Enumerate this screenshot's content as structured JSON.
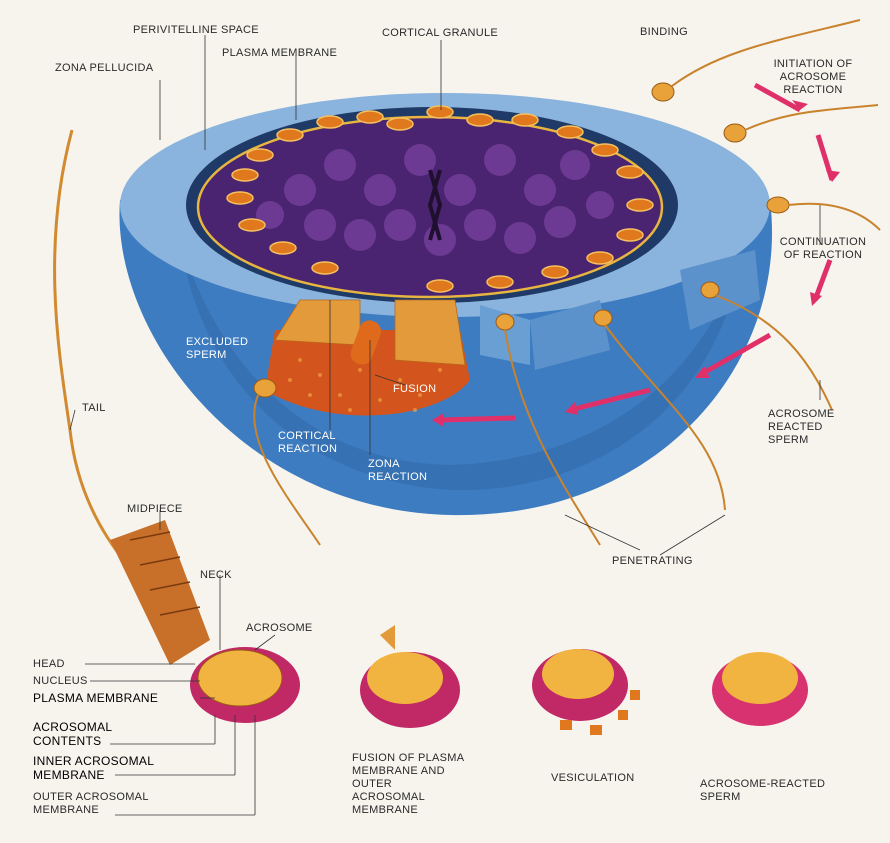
{
  "labels": {
    "perivitelline_space": "PERIVITELLINE SPACE",
    "plasma_membrane": "PLASMA MEMBRANE",
    "cortical_granule": "CORTICAL GRANULE",
    "binding": "BINDING",
    "zona_pellucida": "ZONA PELLUCIDA",
    "initiation": "INITIATION  OF\nACROSOME\nREACTION",
    "continuation": "CONTINUATION\nOF REACTION",
    "excluded_sperm": "EXCLUDED\nSPERM",
    "fusion": "FUSION",
    "tail": "TAIL",
    "cortical_reaction": "CORTICAL\nREACTION",
    "zona_reaction": "ZONA\nREACTION",
    "acrosome_reacted_sperm_right": "ACROSOME\nREACTED\nSPERM",
    "penetrating": "PENETRATING",
    "midpiece": "MIDPIECE",
    "neck": "NECK",
    "acrosome": "ACROSOME",
    "head": "HEAD",
    "nucleus": "NUCLEUS",
    "plasma_membrane_bottom": "PLASMA MEMBRANE",
    "acrosomal_contents": "ACROSOMAL\nCONTENTS",
    "inner_acrosomal_membrane": "INNER ACROSOMAL\nMEMBRANE",
    "outer_acrosomal_membrane": "OUTER ACROSOMAL\nMEMBRANE",
    "fusion_of_plasma": "FUSION OF PLASMA\nMEMBRANE AND\nOUTER\nACROSOMAL\nMEMBRANE",
    "vesiculation": "VESICULATION",
    "acrosome_reacted_sperm_bottom": "ACROSOME-REACTED\nSPERM"
  },
  "colors": {
    "zona": "#3f7ec4",
    "zona_light": "#8fb8e0",
    "cytoplasm": "#4a2470",
    "yolk": "#6c3a92",
    "granule": "#e0781e",
    "sperm": "#e9a23a",
    "reaction_arrow": "#e0306a",
    "magenta_membrane": "#c02866",
    "zona_reaction": "#d3541c"
  }
}
